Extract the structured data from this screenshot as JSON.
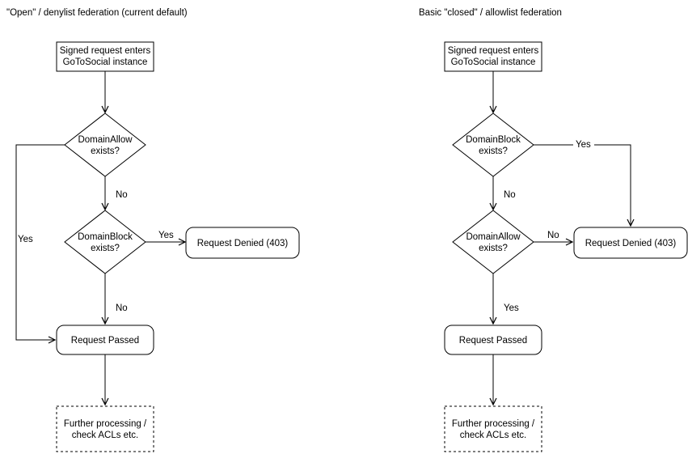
{
  "diagrams": [
    {
      "title": "\"Open\" / denylist federation (current default)",
      "nodes": {
        "start": {
          "line1": "Signed request enters",
          "line2": "GoToSocial instance"
        },
        "decision1": {
          "line1": "DomainAllow",
          "line2": "exists?"
        },
        "decision2": {
          "line1": "DomainBlock",
          "line2": "exists?"
        },
        "denied": "Request Denied (403)",
        "passed": "Request Passed",
        "further": {
          "line1": "Further processing /",
          "line2": "check ACLs etc."
        }
      },
      "edge_labels": {
        "decision1_no": "No",
        "decision1_yes": "Yes",
        "decision2_yes": "Yes",
        "decision2_no": "No"
      }
    },
    {
      "title": "Basic \"closed\" / allowlist federation",
      "nodes": {
        "start": {
          "line1": "Signed request enters",
          "line2": "GoToSocial instance"
        },
        "decision1": {
          "line1": "DomainBlock",
          "line2": "exists?"
        },
        "decision2": {
          "line1": "DomainAllow",
          "line2": "exists?"
        },
        "denied": "Request Denied (403)",
        "passed": "Request Passed",
        "further": {
          "line1": "Further processing /",
          "line2": "check ACLs etc."
        }
      },
      "edge_labels": {
        "decision1_yes": "Yes",
        "decision1_no": "No",
        "decision2_no": "No",
        "decision2_yes": "Yes"
      }
    }
  ]
}
